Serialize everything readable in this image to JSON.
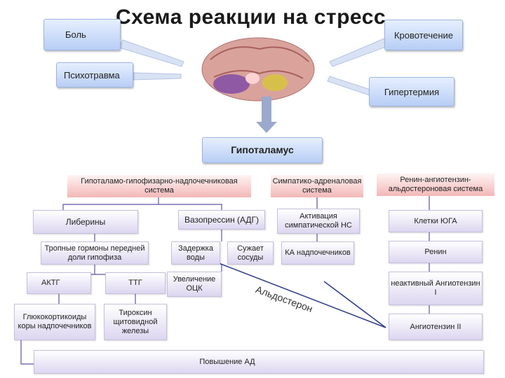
{
  "title": "Схема реакции на стресс",
  "stressors": {
    "pain": "Боль",
    "bleeding": "Кровотечение",
    "psychotrauma": "Психотравма",
    "hyperthermia": "Гипертермия"
  },
  "center": "Гипоталамус",
  "systems": {
    "hpa": "Гипоталамо-гипофизарно-надпочечниковая система",
    "sympatho": "Симпатико-адреналовая система",
    "raas": "Ренин-ангиотензин-альдостероновая система"
  },
  "hpa": {
    "liberins": "Либерины",
    "tropic": "Тропные гормоны передней доли гипофиза",
    "actg": "АКТГ",
    "ttg": "ТТГ",
    "glucocorticoids": "Глюкокортикоиды коры надпочечников",
    "thyroxine": "Тироксин щитовидной железы"
  },
  "adh": {
    "vasopressin": "Вазопрессин (АДГ)",
    "water": "Задержка воды",
    "narrows": "Сужает сосуды",
    "occ": "Увеличение ОЦК"
  },
  "sympatho": {
    "activation": "Активация симпатической НС",
    "ka": "КА надпочечников"
  },
  "raas": {
    "yuga": "Клетки ЮГА",
    "renin": "Ренин",
    "inactive": "неактивный Ангиотензин I",
    "ang2": "Ангиотензин II"
  },
  "aldosterone": "Альдостерон",
  "result": "Повышение АД",
  "colors": {
    "blue_box": "#c7d8f8",
    "pink_header": "#f3b8b8",
    "lavender_box": "#dcd6f0",
    "connector": "#5a55a0",
    "arrow": "#9aa9cc"
  }
}
